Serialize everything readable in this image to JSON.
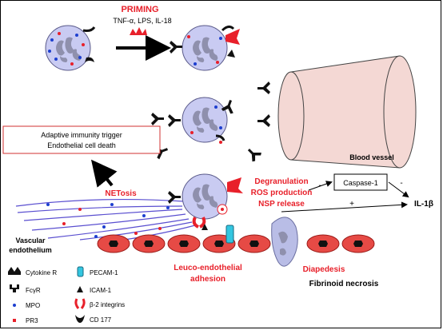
{
  "priming": {
    "title": "PRIMING",
    "agents": "TNF-α, LPS, IL-18"
  },
  "adaptive_box": {
    "line1": "Adaptive immunity trigger",
    "line2": "Endothelial cell death"
  },
  "labels": {
    "netosis": "NETosis",
    "degranulation": "Degranulation",
    "ros": "ROS production",
    "nsp": "NSP release",
    "caspase": "Caspase-1",
    "il1b": "IL-1β",
    "minus_left": "-",
    "minus_right": "-",
    "plus": "+",
    "blood_vessel": "Blood vessel",
    "vascular1": "Vascular",
    "vascular2": "endothelium",
    "leuco1": "Leuco-endothelial",
    "leuco2": "adhesion",
    "diapedesis": "Diapedesis",
    "fibrinoid": "Fibrinoid necrosis"
  },
  "legend": {
    "items": [
      {
        "label": "Cytokine R",
        "icon": "cytokine-receptor-icon"
      },
      {
        "label": "PECAM-1",
        "icon": "pecam-icon"
      },
      {
        "label": "FcγR",
        "icon": "fcgr-icon"
      },
      {
        "label": "ICAM-1",
        "icon": "icam-icon"
      },
      {
        "label": "MPO",
        "icon": "mpo-dot-icon"
      },
      {
        "label": "β-2 integrins",
        "icon": "integrin-icon"
      },
      {
        "label": "PR3",
        "icon": "pr3-dot-icon"
      },
      {
        "label": "CD 177",
        "icon": "cd177-icon"
      }
    ]
  },
  "colors": {
    "red_text": "#e8202a",
    "cell_fill": "#c9cbf2",
    "nucleus": "#8f90ad",
    "endothelium": "#e64a45",
    "vessel_fill": "#f4d8d4",
    "pecam": "#33c6e0",
    "mpo": "#1d3fcf",
    "pr3": "#e8202a"
  }
}
